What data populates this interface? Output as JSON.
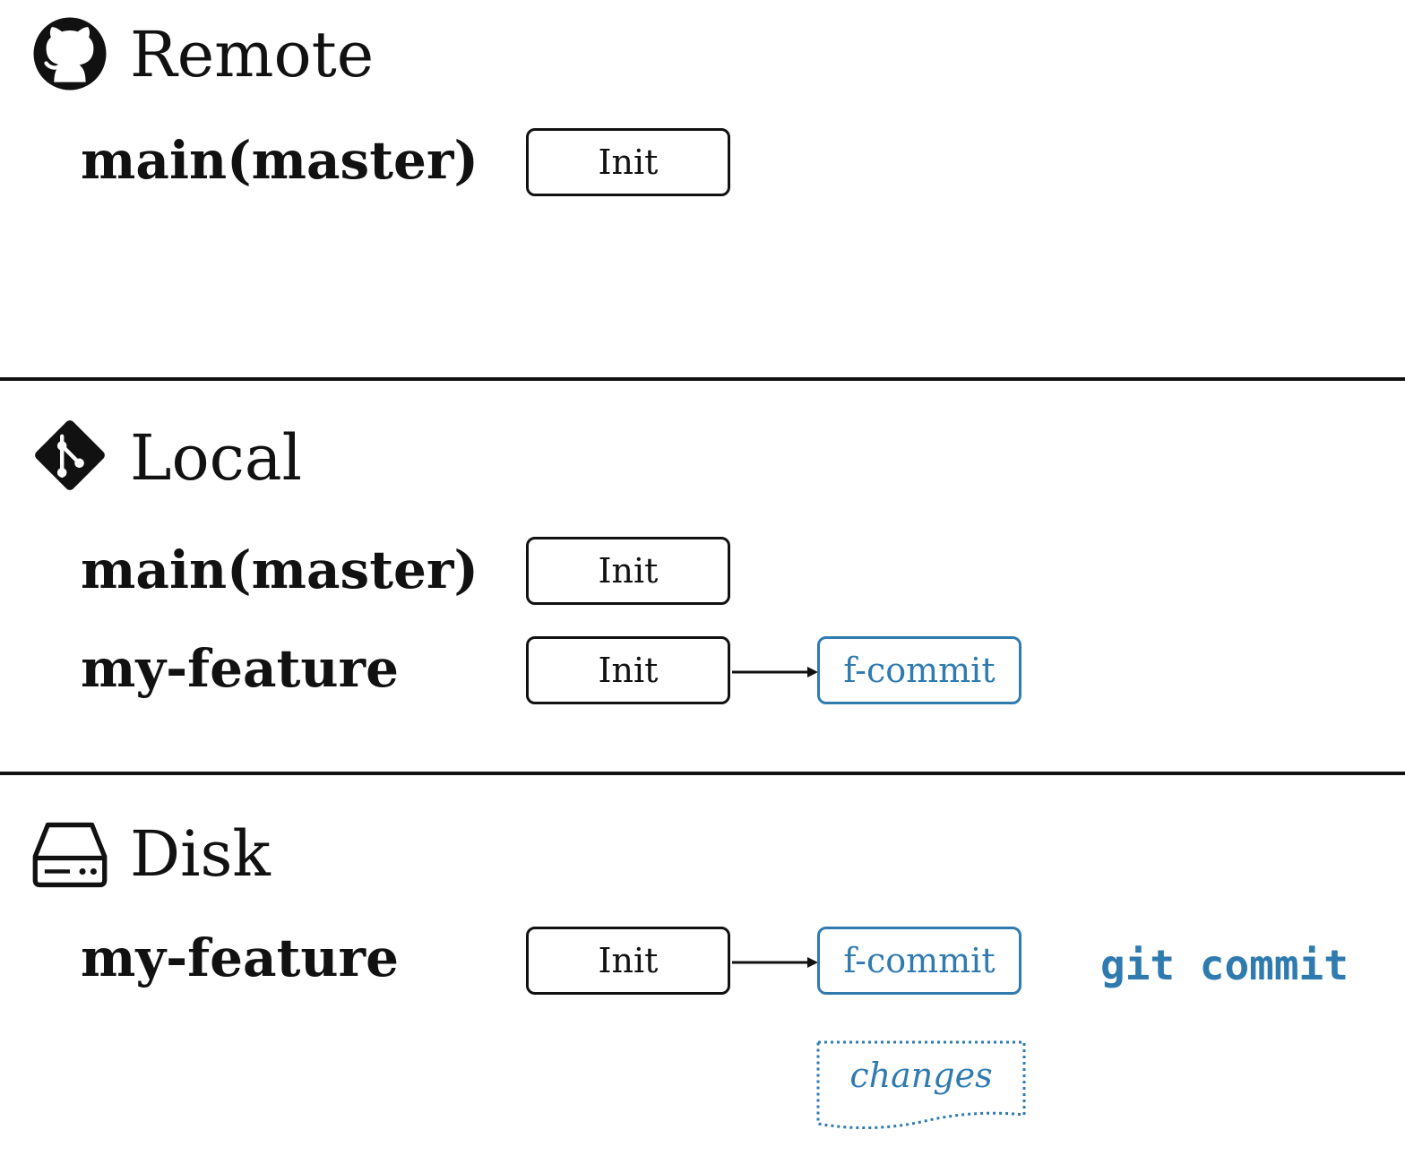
{
  "sections": {
    "remote": {
      "title": "Remote",
      "icon": "github-icon",
      "branches": [
        {
          "label": "main(master)",
          "commits": [
            "Init"
          ]
        }
      ]
    },
    "local": {
      "title": "Local",
      "icon": "git-icon",
      "branches": [
        {
          "label": "main(master)",
          "commits": [
            "Init"
          ]
        },
        {
          "label": "my-feature",
          "commits": [
            "Init",
            "f-commit"
          ]
        }
      ]
    },
    "disk": {
      "title": "Disk",
      "icon": "hard-drive-icon",
      "branches": [
        {
          "label": "my-feature",
          "commits": [
            "Init",
            "f-commit"
          ]
        }
      ],
      "command": "git commit",
      "changes_label": "changes"
    }
  },
  "colors": {
    "text": "#111111",
    "accent": "#2f7bb0"
  }
}
